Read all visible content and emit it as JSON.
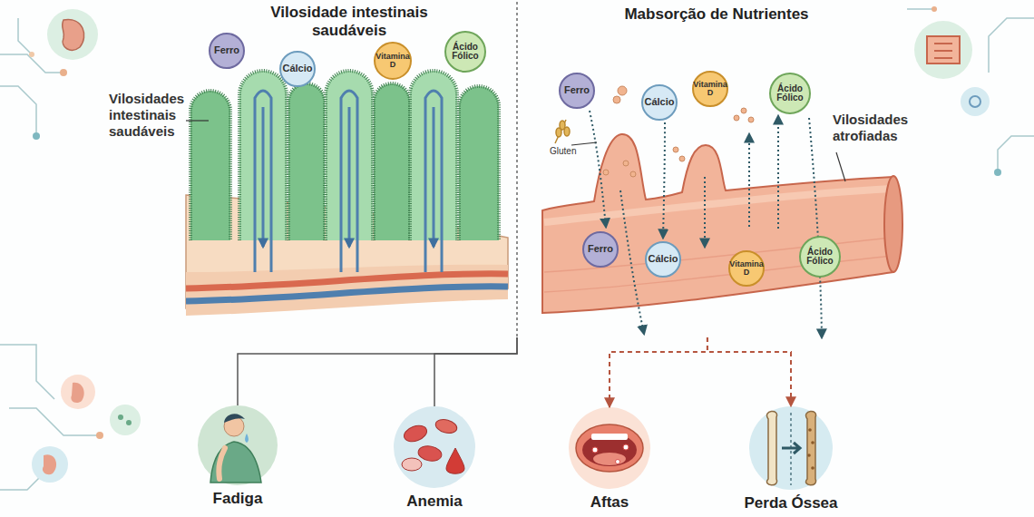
{
  "diagram": {
    "nodes": [
      {
        "text": [
          "Vilosidade intestinais saudáveis"
        ]
      },
      {
        "text": [
          "Ferro"
        ],
        "in": 0
      },
      {
        "text": [
          "Cálcio"
        ],
        "in": 0
      },
      {
        "text": [
          "Vitamina D"
        ],
        "in": 0
      },
      {
        "text": [
          "Ácido Fólico"
        ],
        "in": 0
      },
      {
        "text": [
          "Mabsorção de Nutrientes"
        ]
      },
      {
        "text": [
          "Ferro"
        ],
        "in": 5
      },
      {
        "text": [
          "Cálcio"
        ],
        "in": 5
      },
      {
        "text": [
          "Vitamina D"
        ],
        "in": 5
      },
      {
        "text": [
          "Ácido Fólico"
        ],
        "in": 5
      },
      {
        "text": [
          "Ferro"
        ],
        "in": 5
      },
      {
        "text": [
          "Cálcio"
        ],
        "in": 5
      },
      {
        "text": [
          "Vitamina D"
        ],
        "in": 5
      },
      {
        "text": [
          "Ácido Fólico"
        ],
        "in": 5
      },
      {
        "text": [
          "Fadiga"
        ]
      },
      {
        "text": [
          "Anemia"
        ]
      },
      {
        "text": [
          "Aftas"
        ]
      },
      {
        "text": [
          "Perda Óssea"
        ]
      }
    ],
    "edges": [
      {
        "from": 0,
        "to": 14,
        "arrow": "none"
      },
      {
        "from": 0,
        "to": 15,
        "arrow": "none"
      },
      {
        "from": 5,
        "to": 16,
        "arrow": "to"
      },
      {
        "from": 5,
        "to": 17,
        "arrow": "to"
      }
    ],
    "labels": [
      "Vilosidades intestinais saudáveis",
      "Gluten",
      "Vilosidades atrofiadas"
    ]
  }
}
